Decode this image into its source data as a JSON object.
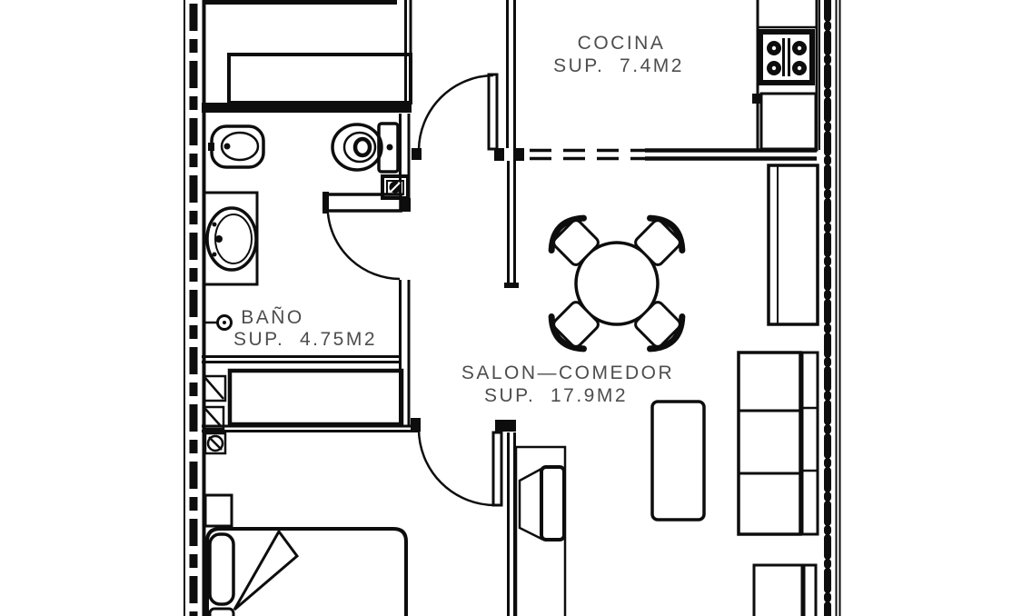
{
  "drawing_type": "apartment floor plan",
  "colors": {
    "line": "#0d0d0d",
    "text": "#4d4d4d",
    "background": "#ffffff"
  },
  "rooms": [
    {
      "id": "cocina",
      "name": "COCINA",
      "area_label": "SUP.  7.4M2"
    },
    {
      "id": "bano",
      "name": "BAÑO",
      "area_label": "SUP.  4.75M2"
    },
    {
      "id": "salon",
      "name": "SALON—COMEDOR",
      "area_label": "SUP.  17.9M2"
    }
  ],
  "objects": [
    "party-wall-centerline-left",
    "party-wall-centerline-right",
    "wardrobe-top-bedroom",
    "entry-door",
    "hall-passage",
    "bidet",
    "toilet",
    "toilet-paper-holder",
    "washbasin",
    "washbasin-counter",
    "wall-light-symbol",
    "bathroom-door",
    "built-in-closet",
    "shelf-unit",
    "shelf-unit",
    "water-heater",
    "nightstand",
    "double-bed",
    "pillow",
    "sheet-fold",
    "bedroom-door",
    "tv-unit",
    "tv-screen",
    "kitchen-counter",
    "stove-hob",
    "kitchen-open-counter-dashed-wall",
    "dining-table",
    "dining-chair",
    "dining-chair",
    "dining-chair",
    "dining-chair",
    "coffee-table",
    "sofa",
    "tall-cabinet",
    "armchair"
  ]
}
